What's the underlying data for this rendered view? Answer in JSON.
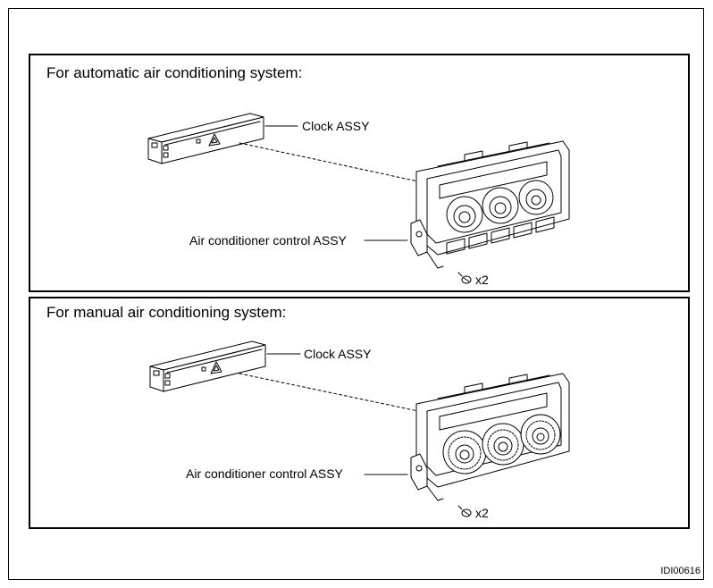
{
  "figure_id": "IDI00616",
  "panels": [
    {
      "heading": "For automatic air conditioning system:",
      "clock_label": "Clock ASSY",
      "control_label": "Air conditioner control ASSY",
      "screw_count": "x2"
    },
    {
      "heading": "For manual air conditioning system:",
      "clock_label": "Clock ASSY",
      "control_label": "Air conditioner control ASSY",
      "screw_count": "x2"
    }
  ]
}
